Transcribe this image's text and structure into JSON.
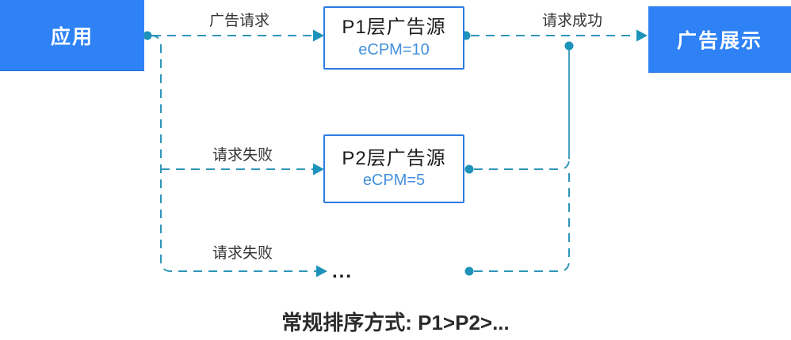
{
  "diagram": {
    "nodes": {
      "app": {
        "label": "应用"
      },
      "p1": {
        "title": "P1层广告源",
        "ecpm": "eCPM=10"
      },
      "p2": {
        "title": "P2层广告源",
        "ecpm": "eCPM=5"
      },
      "display": {
        "label": "广告展示"
      }
    },
    "edges": {
      "ad_request": "广告请求",
      "success": "请求成功",
      "fail_p2": "请求失败",
      "fail_more": "请求失败"
    },
    "ellipsis": "...",
    "caption": "常规排序方式: P1>P2>..."
  },
  "colors": {
    "node_fill": "#2E82F6",
    "node_border": "#2B7CE3",
    "connector": "#2E96B8",
    "dot": "#1D93BA",
    "title_text": "#1D1D1F",
    "ecpm_text": "#4390DC",
    "label_text": "#333333",
    "caption_text": "#2B2B2B"
  }
}
